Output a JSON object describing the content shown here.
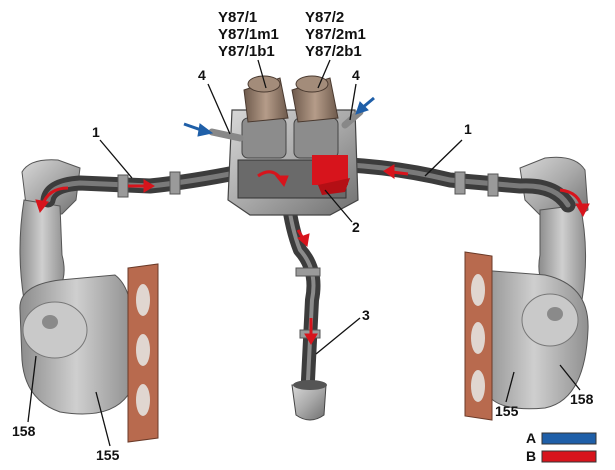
{
  "valve_labels": {
    "left": [
      "Y87/1",
      "Y87/1m1",
      "Y87/1b1"
    ],
    "right": [
      "Y87/2",
      "Y87/2m1",
      "Y87/2b1"
    ]
  },
  "callouts": {
    "pipe_left": "1",
    "pipe_right": "1",
    "center": "2",
    "down_pipe": "3",
    "inlet_left": "4",
    "inlet_right": "4",
    "cat_left_outer": "158",
    "cat_left_inner": "155",
    "cat_right_inner": "155",
    "cat_right_outer": "158"
  },
  "legend": [
    {
      "label": "A",
      "color": "#1f5fa8"
    },
    {
      "label": "B",
      "color": "#d7141c"
    }
  ],
  "colors": {
    "flow_arrow": "#d7141c",
    "fresh_air_arrow": "#1f5fa8",
    "gasket": "#b86a4e",
    "metal_light": "#b5b5b5",
    "metal_dark": "#5a5a5a",
    "actuator": "#8f7a6a"
  }
}
